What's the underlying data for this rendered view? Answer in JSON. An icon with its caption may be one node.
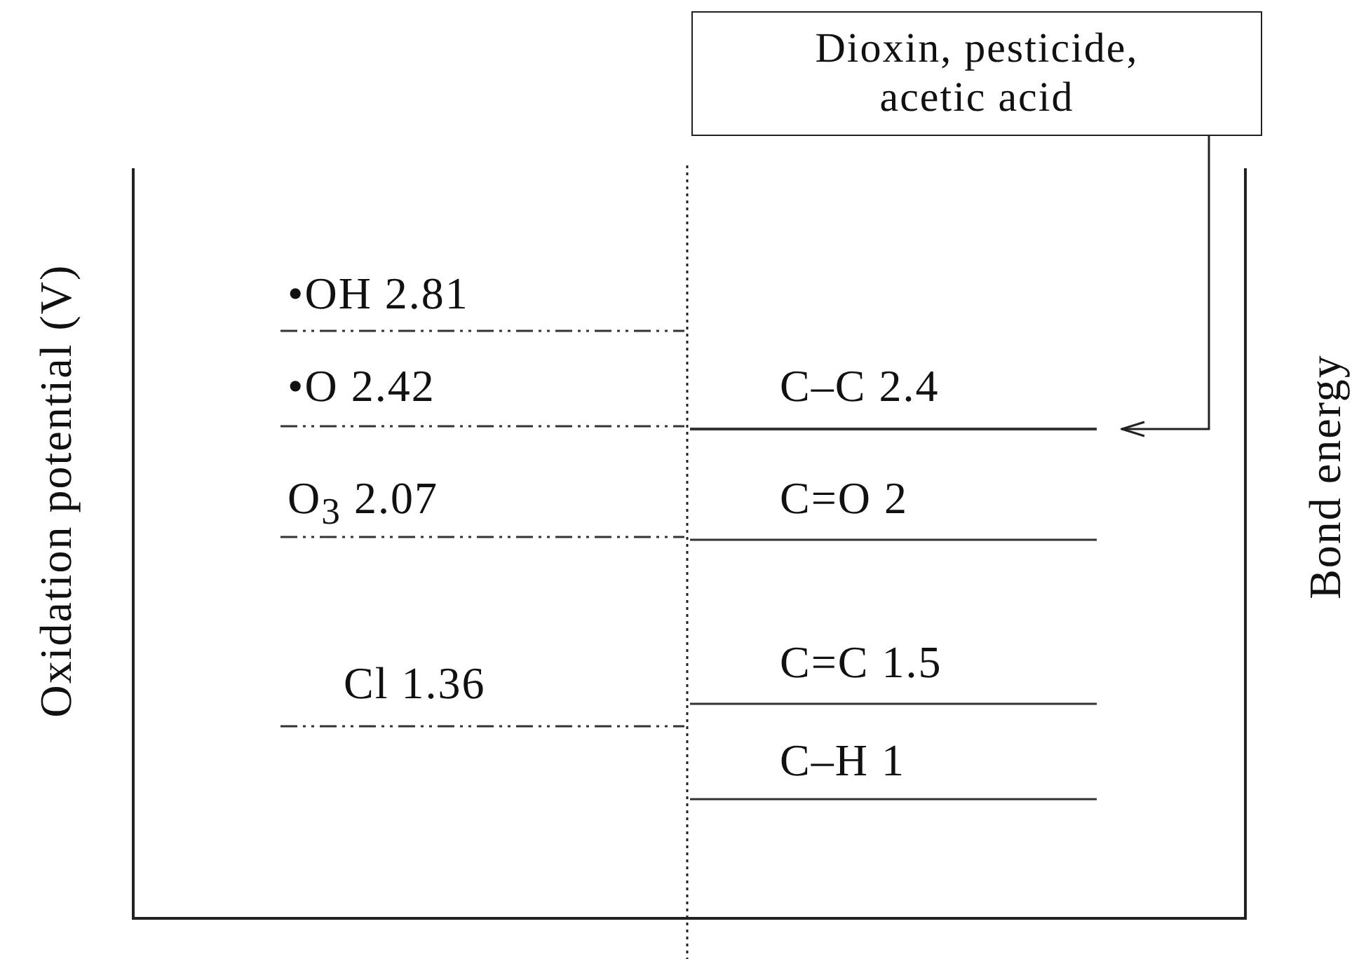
{
  "diagram": {
    "nodes": [
      {
        "text": [
          "Dioxin, pesticide, acetic acid"
        ]
      },
      {
        "text": [],
        "shape": "bar"
      }
    ],
    "edges": [
      {
        "from": 0,
        "to": 1,
        "arrow": "to"
      }
    ],
    "labels": [
      "•OH 2.81",
      "•O 2.42",
      "C–C 2.4",
      "Oxidation potential (V)",
      "Bond energy",
      "O$_{3}$ 2.07",
      "C=O 2",
      "Cl 1.36",
      "C=C 1.5",
      "C–H 1"
    ]
  }
}
